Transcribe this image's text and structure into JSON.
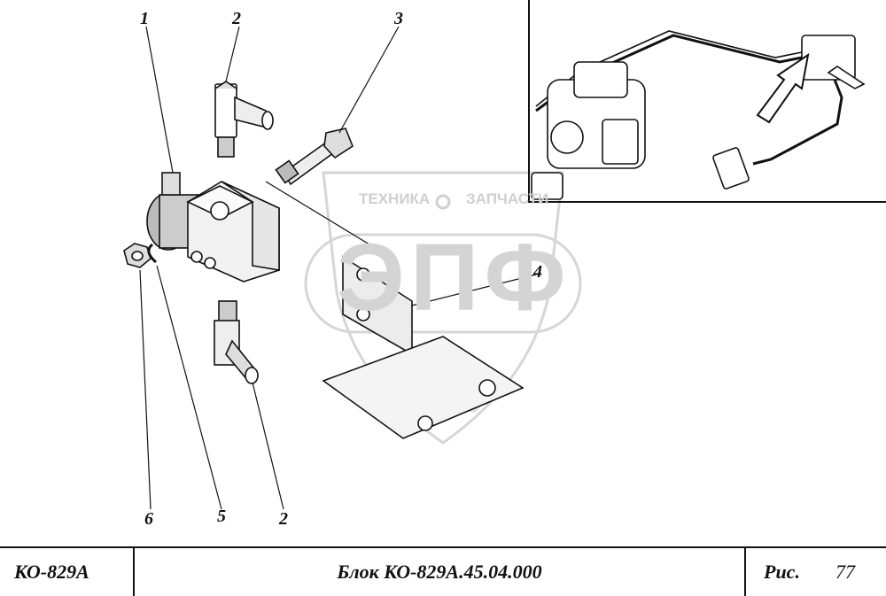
{
  "watermark": {
    "line1_left": "ТЕХНИКА",
    "line1_right": "ЗАПЧАСТИ",
    "logo": "ЭПФ"
  },
  "callouts": {
    "c1": "1",
    "c2_top": "2",
    "c3": "3",
    "c4": "4",
    "c6": "6",
    "c5": "5",
    "c2_bottom": "2"
  },
  "title_block": {
    "model": "КО-829А",
    "title": "Блок КО-829А.45.04.000",
    "fig_label": "Рис.",
    "fig_number": "77"
  }
}
